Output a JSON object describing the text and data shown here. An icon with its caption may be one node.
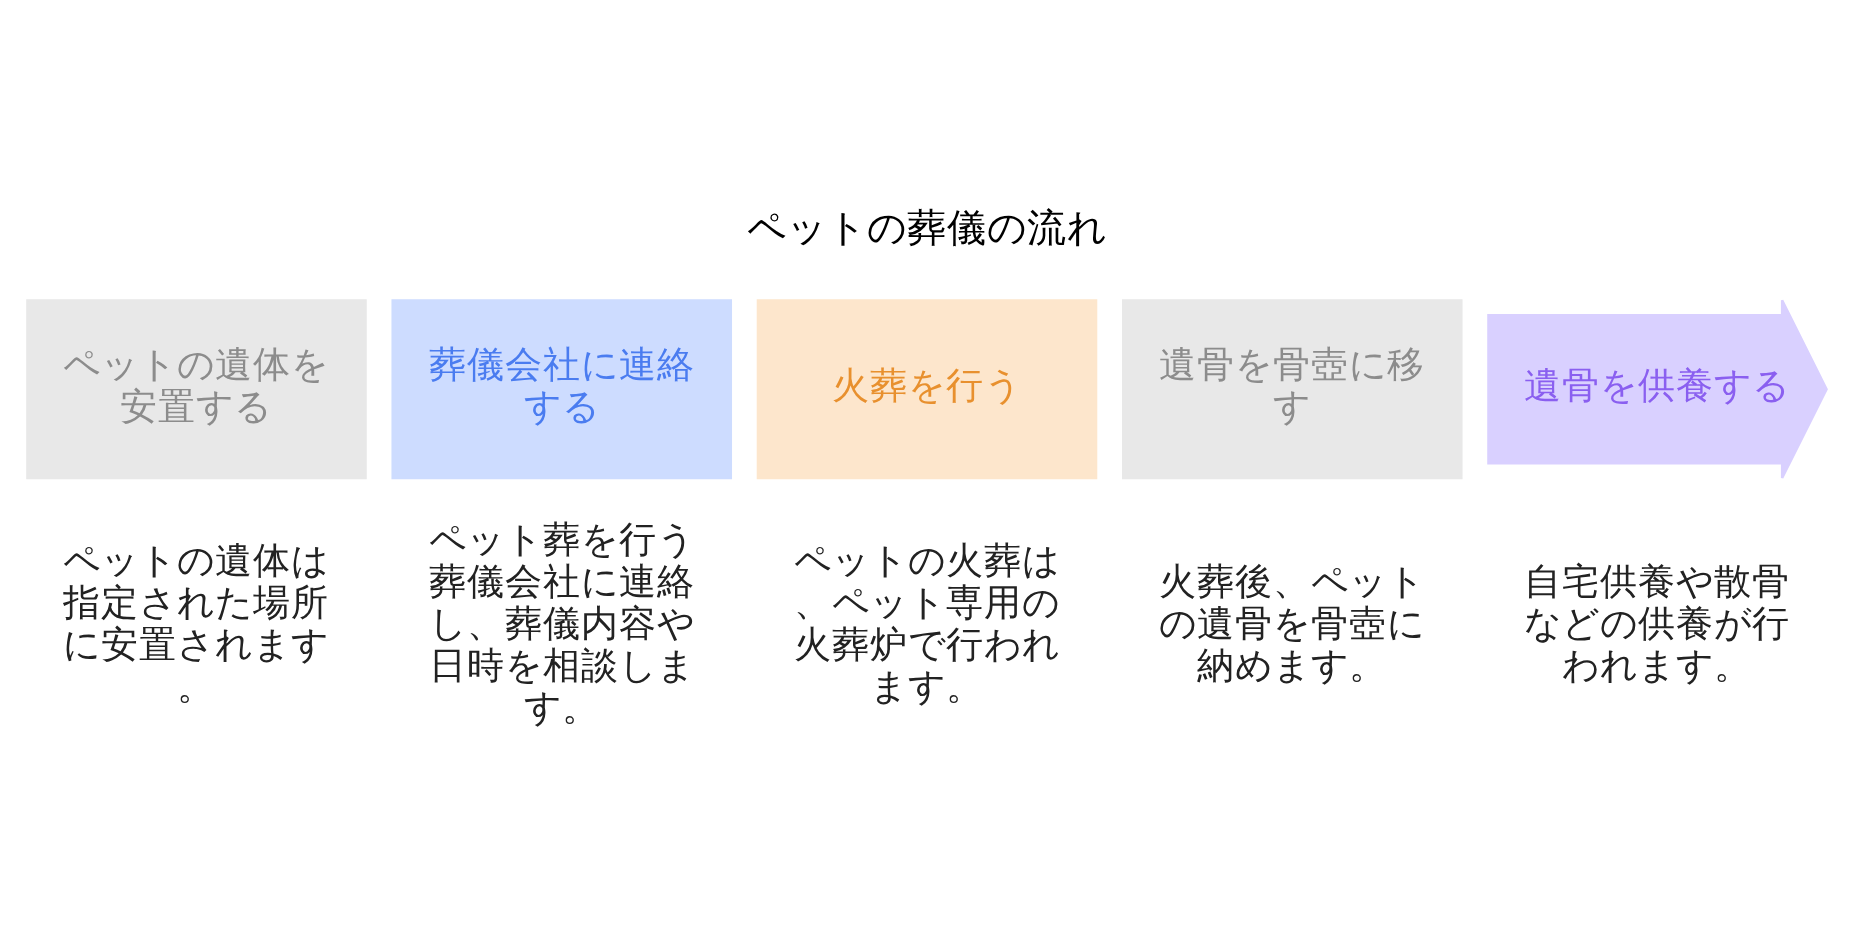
{
  "diagram": {
    "title": "ペットの葬儀の流れ",
    "nodes": [
      {
        "text": [
          "ペットの遺体を安置する"
        ],
        "beside": [
          "ペットの遺体は指定された場所に安置されます。"
        ]
      },
      {
        "text": [
          "葬儀会社に連絡する"
        ],
        "beside": [
          "ペット葬を行う葬儀会社に連絡し、葬儀内容や日時を相談します。"
        ]
      },
      {
        "text": [
          "火葬を行う"
        ],
        "beside": [
          "ペットの火葬は、ペット専用の火葬炉で行われます。"
        ]
      },
      {
        "text": [
          "遺骨を骨壺に移す"
        ],
        "beside": [
          "火葬後、ペットの遺骨を骨壺に納めます。"
        ]
      },
      {
        "text": [
          "遺骨を供養する"
        ],
        "beside": [
          "自宅供養や散骨などの供養が行われます。"
        ]
      }
    ],
    "edges": []
  }
}
